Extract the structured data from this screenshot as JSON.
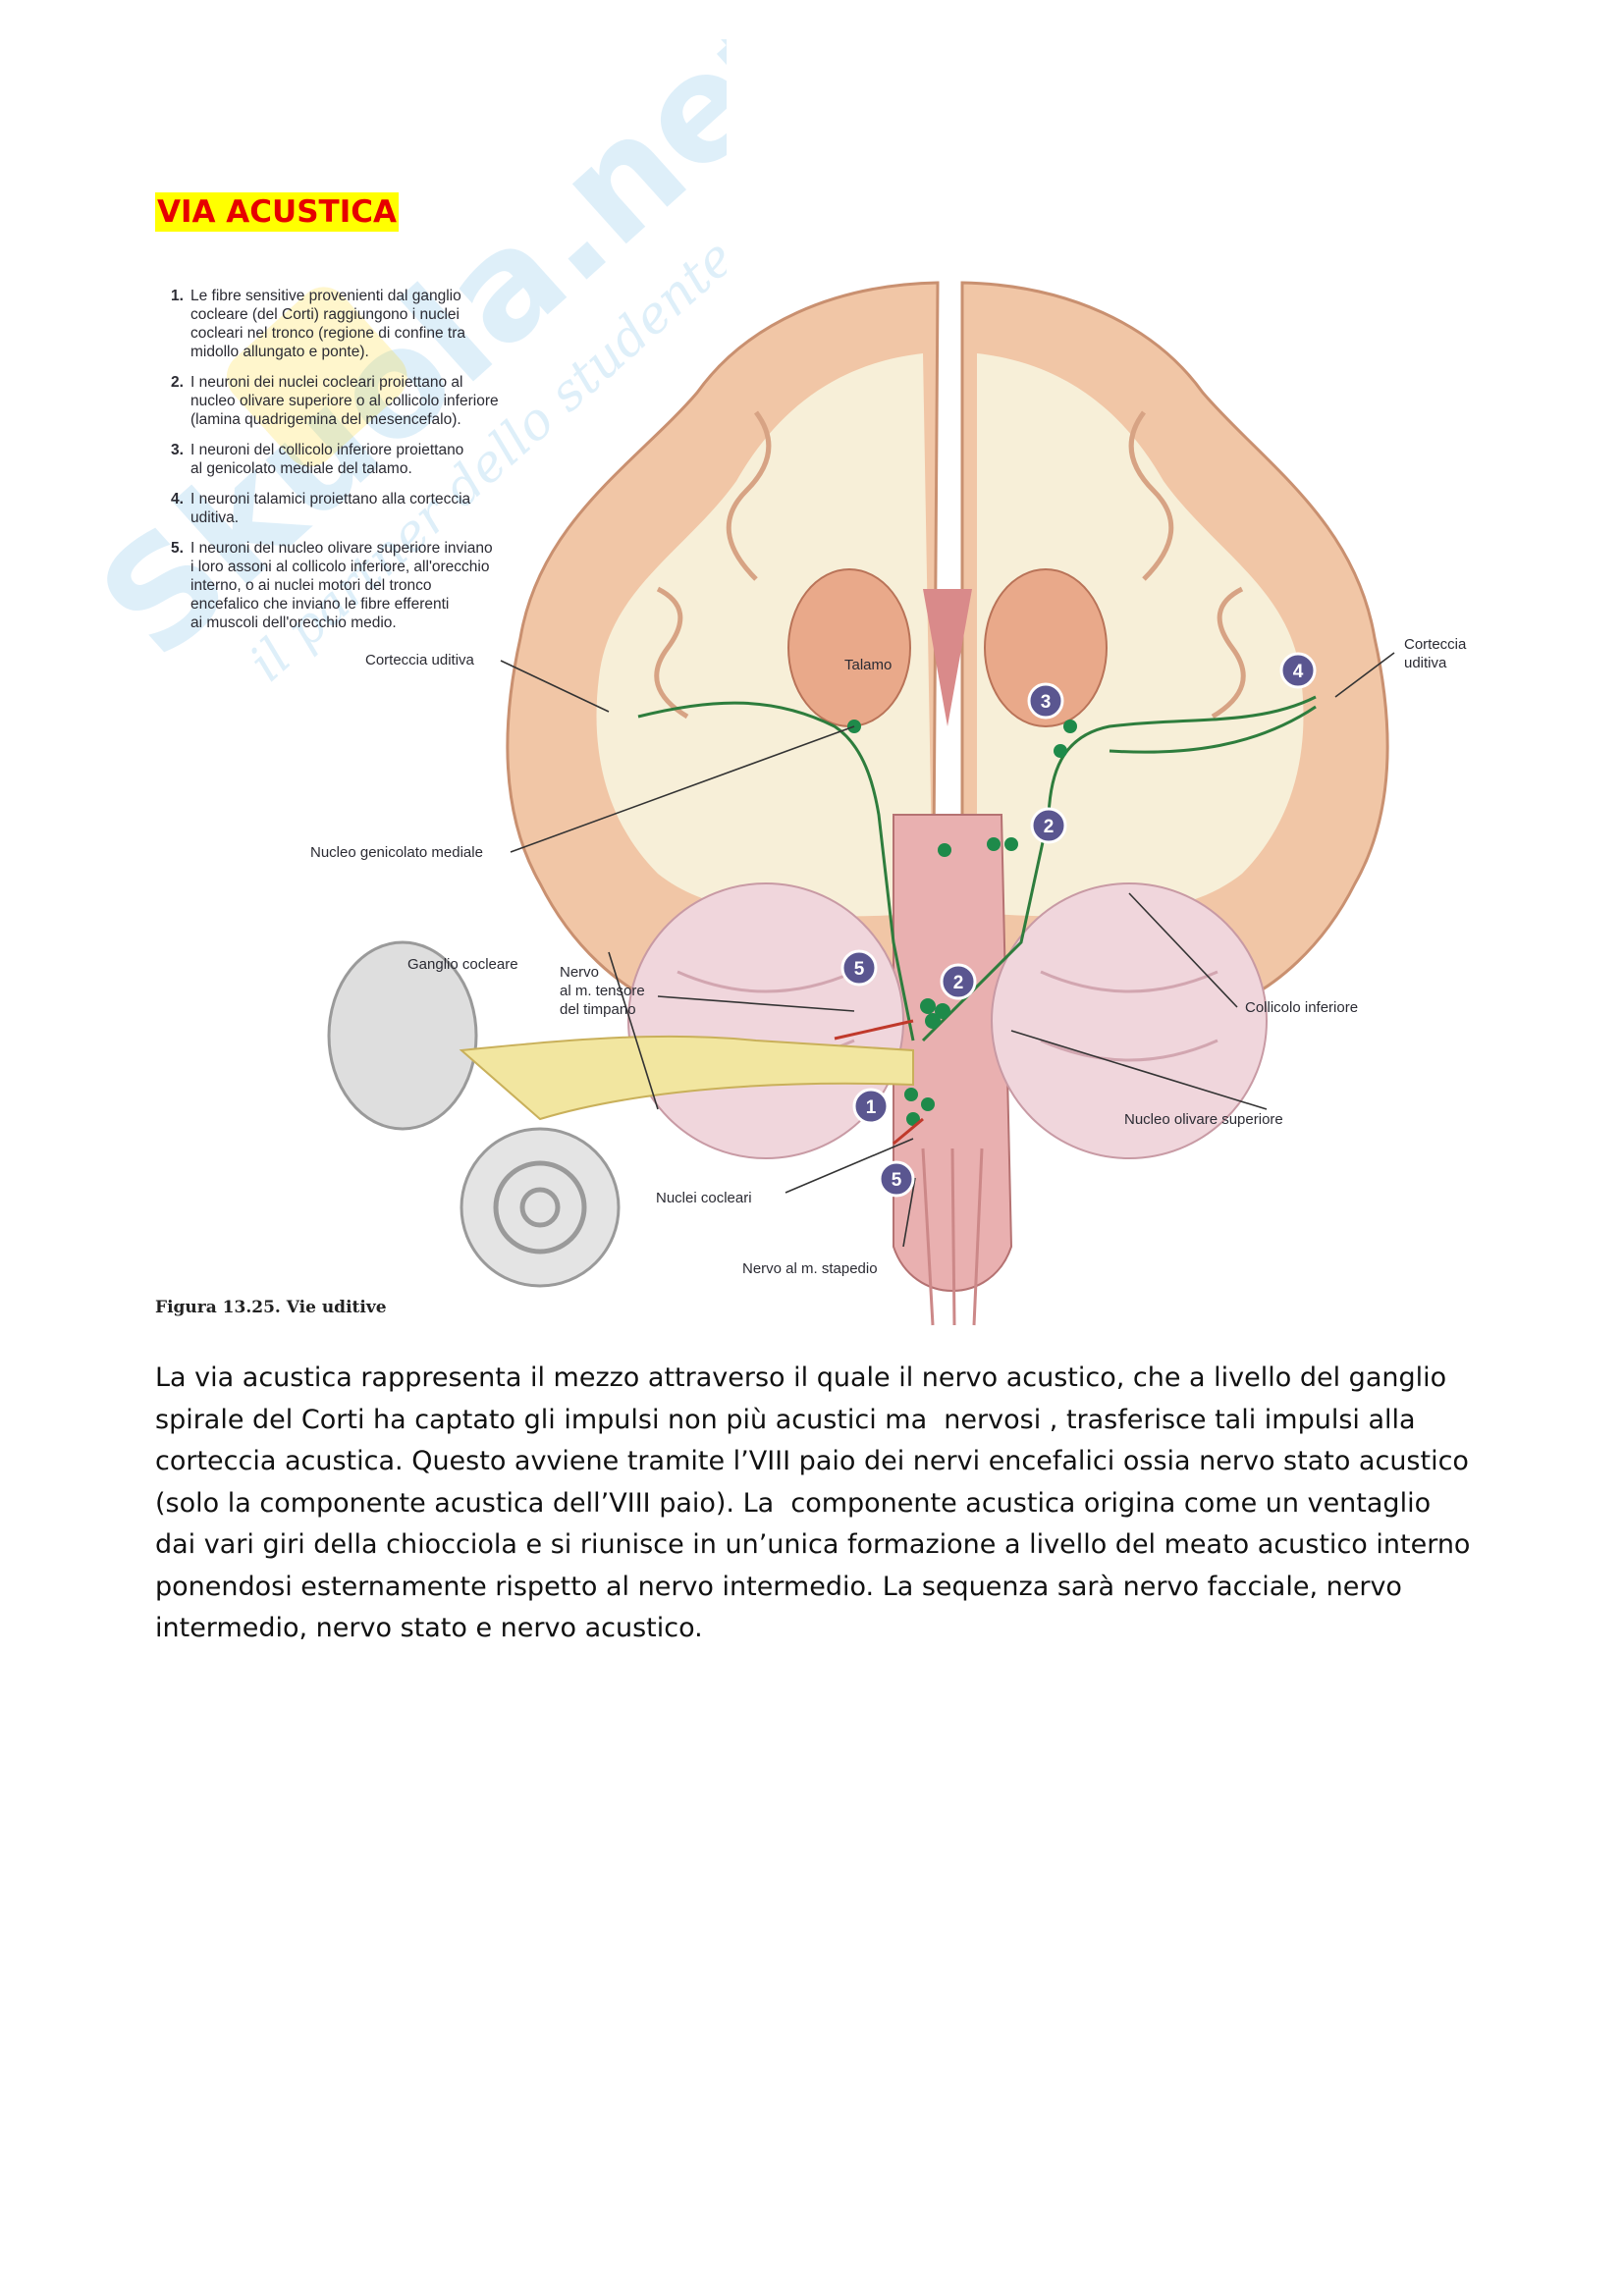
{
  "watermark": {
    "brand": "Skuola.net",
    "tagline": "il partner dello studente"
  },
  "page_title": "VIA ACUSTICA",
  "steps": [
    {
      "num": "1.",
      "lines": [
        "Le fibre sensitive provenienti dal ganglio",
        "cocleare (del Corti) raggiungono i nuclei",
        "cocleari nel tronco (regione di confine tra",
        "midollo allungato e ponte)."
      ]
    },
    {
      "num": "2.",
      "lines": [
        "I neuroni dei nuclei cocleari proiettano al",
        "nucleo olivare superiore o al collicolo inferiore",
        "(lamina quadrigemina del mesencefalo)."
      ]
    },
    {
      "num": "3.",
      "lines": [
        "I neuroni del collicolo inferiore proiettano",
        "al genicolato mediale del talamo."
      ]
    },
    {
      "num": "4.",
      "lines": [
        "I neuroni talamici proiettano alla corteccia",
        "uditiva."
      ]
    },
    {
      "num": "5.",
      "lines": [
        "I neuroni del nucleo olivare superiore inviano",
        "i loro assoni al collicolo inferiore, all'orecchio",
        "interno, o ai nuclei motori del tronco",
        "encefalico che inviano le fibre efferenti",
        "ai muscoli dell'orecchio medio."
      ]
    }
  ],
  "labels": {
    "corteccia_uditiva_left": "Corteccia uditiva",
    "corteccia_uditiva_right_1": "Corteccia",
    "corteccia_uditiva_right_2": "uditiva",
    "talamo": "Talamo",
    "nucleo_genicolato": "Nucleo genicolato mediale",
    "ganglio_cocleare": "Ganglio cocleare",
    "nervo_tensore_1": "Nervo",
    "nervo_tensore_2": "al m. tensore",
    "nervo_tensore_3": "del timpano",
    "collicolo_inferiore": "Collicolo inferiore",
    "nucleo_olivare": "Nucleo olivare superiore",
    "nuclei_cocleari": "Nuclei cocleari",
    "nervo_stapedio": "Nervo al m. stapedio"
  },
  "badges": [
    "1",
    "2",
    "2",
    "3",
    "4",
    "5",
    "5"
  ],
  "caption": "Figura 13.25. Vie uditive",
  "body_lines": [
    "La via acustica rappresenta il mezzo attraverso il quale il nervo acustico, che a livello del ganglio",
    "spirale del Corti ha captato gli impulsi non più acustici ma  nervosi , trasferisce tali impulsi alla",
    "corteccia acustica. Questo avviene tramite l’VIII paio dei nervi encefalici ossia nervo stato acustico",
    "(solo la componente acustica dell’VIII paio). La  componente acustica origina come un ventaglio",
    "dai vari giri della chiocciola e si riunisce in un’unica formazione a livello del meato acustico interno",
    "ponendosi esternamente rispetto al nervo intermedio. La sequenza sarà nervo facciale, nervo",
    "intermedio, nervo stato e nervo acustico."
  ]
}
